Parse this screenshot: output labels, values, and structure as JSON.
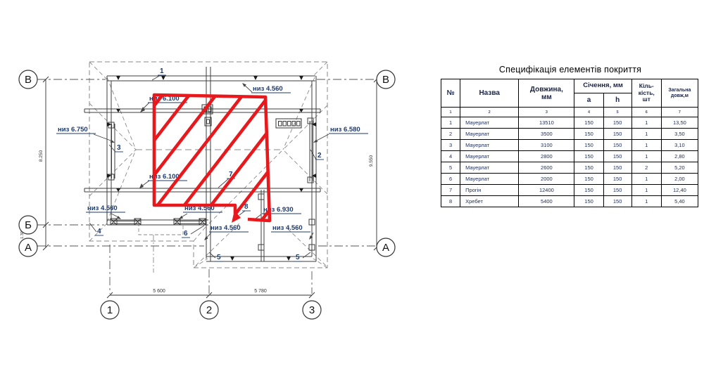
{
  "colors": {
    "red": "#e8191d",
    "label_navy": "#1e3a6d",
    "wall_line": "#3c3c3c",
    "dash_gray": "#8a8a8a",
    "axis_gray": "#555555"
  },
  "drawing": {
    "axes": {
      "left": [
        "В",
        "Б",
        "А"
      ],
      "right": [
        "В",
        "А"
      ],
      "bottom": [
        "1",
        "2",
        "3"
      ]
    },
    "dims": {
      "left_total": "8.250",
      "left_small": "1.300",
      "right_total": "9.550",
      "bottom_left": "5 600",
      "bottom_right": "5 780"
    },
    "levels": [
      "низ 6.100",
      "низ 4.560",
      "низ 6.750",
      "низ 6.580",
      "низ 6.100",
      "низ 4.560",
      "низ 4.560",
      "низ 6.930",
      "низ 4.560",
      "низ 4.560"
    ],
    "marks": [
      "1",
      "2",
      "3",
      "4",
      "5",
      "5",
      "6",
      "7",
      "8"
    ]
  },
  "table": {
    "title": "Специфікація елементів покриття",
    "headers": {
      "num": "№",
      "name": "Назва",
      "length": "Довжина,\nмм",
      "section": "Січення, мм",
      "a": "a",
      "h": "h",
      "qty": "Кіль-\nкість,\nшт",
      "total": "Загальна\nдовж,м"
    },
    "col_nums": [
      "1",
      "2",
      "3",
      "4",
      "5",
      "6",
      "7"
    ],
    "rows": [
      [
        "1",
        "Мауерлат",
        "13510",
        "150",
        "150",
        "1",
        "13,50"
      ],
      [
        "2",
        "Мауерлат",
        "3500",
        "150",
        "150",
        "1",
        "3,50"
      ],
      [
        "3",
        "Мауерлат",
        "3100",
        "150",
        "150",
        "1",
        "3,10"
      ],
      [
        "4",
        "Мауерлат",
        "2800",
        "150",
        "150",
        "1",
        "2,80"
      ],
      [
        "5",
        "Мауерлат",
        "2600",
        "150",
        "150",
        "2",
        "5,20"
      ],
      [
        "6",
        "Мауерлат",
        "2000",
        "150",
        "150",
        "1",
        "2,00"
      ],
      [
        "7",
        "Прогін",
        "12400",
        "150",
        "150",
        "1",
        "12,40"
      ],
      [
        "8",
        "Хребет",
        "5400",
        "150",
        "150",
        "1",
        "5,40"
      ]
    ]
  }
}
